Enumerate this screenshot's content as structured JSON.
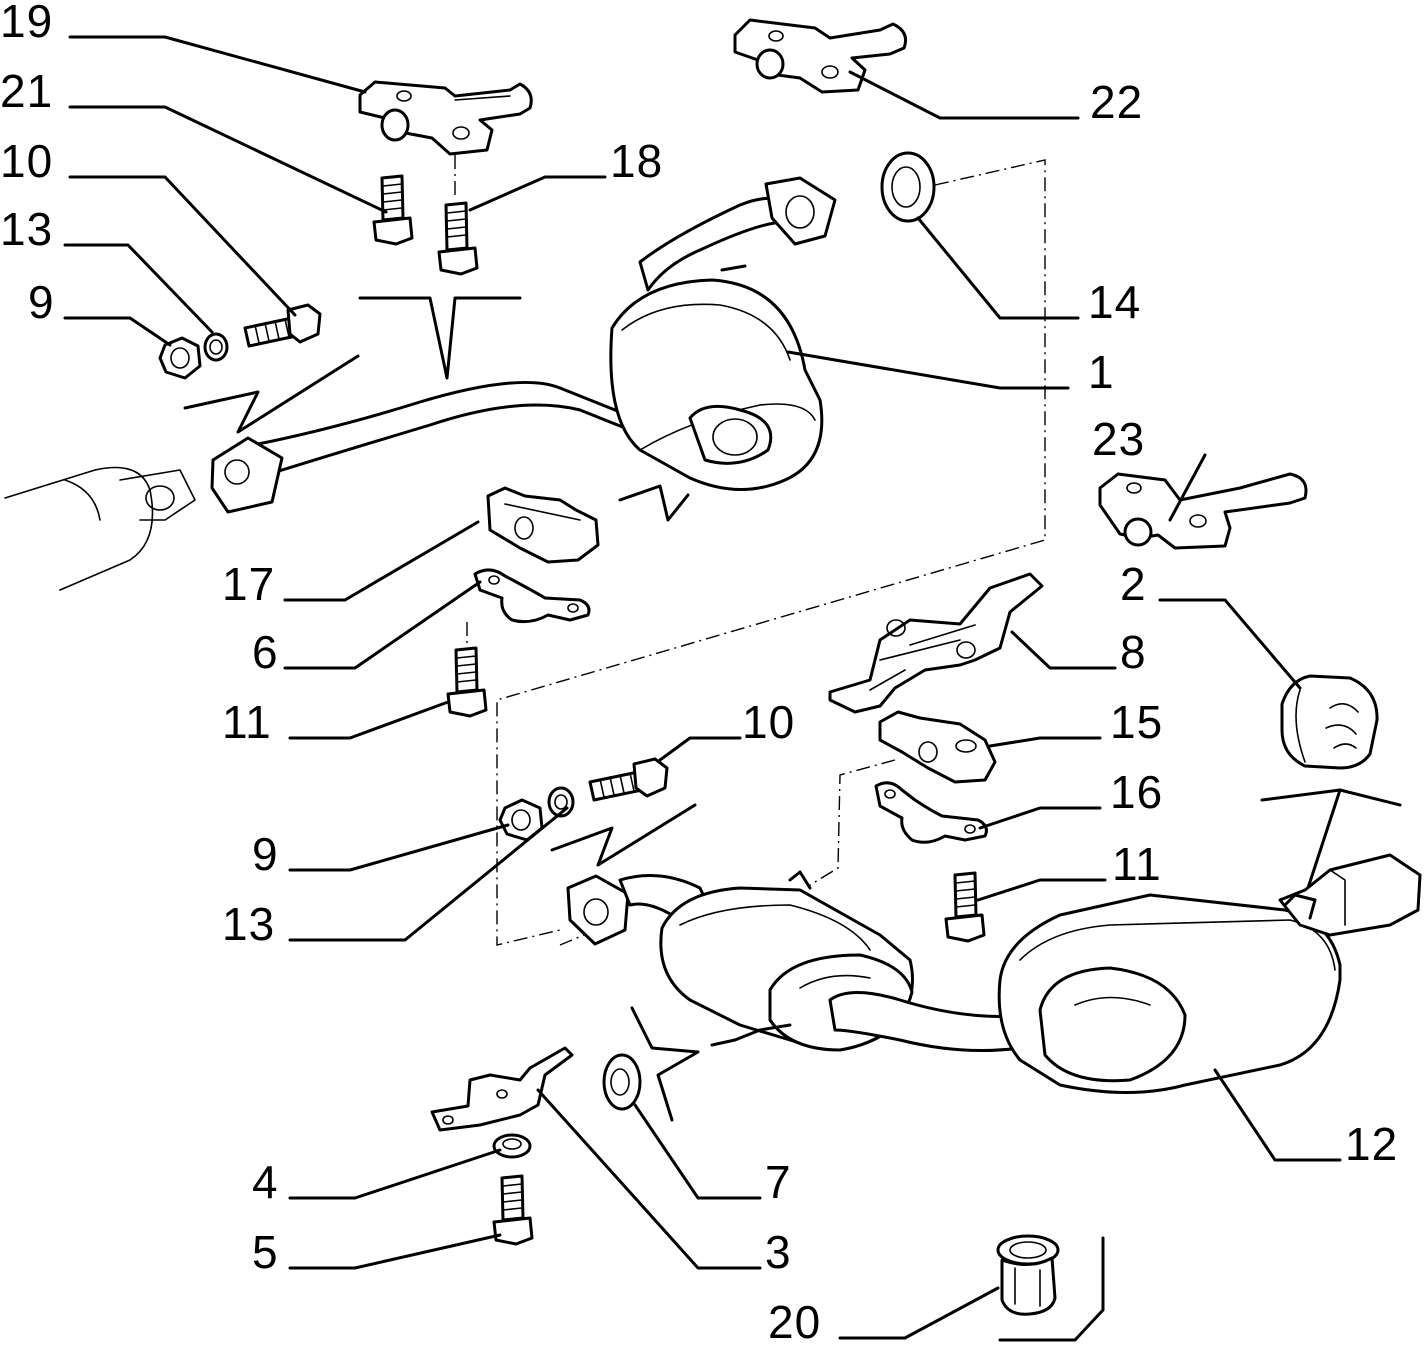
{
  "labels": [
    {
      "id": "l19a",
      "text": "19"
    },
    {
      "id": "l21",
      "text": "21"
    },
    {
      "id": "l10a",
      "text": "10"
    },
    {
      "id": "l13a",
      "text": "13"
    },
    {
      "id": "l9a",
      "text": "9"
    },
    {
      "id": "l18",
      "text": "18"
    },
    {
      "id": "l22",
      "text": "22"
    },
    {
      "id": "l14",
      "text": "14"
    },
    {
      "id": "l1",
      "text": "1"
    },
    {
      "id": "l23",
      "text": "23"
    },
    {
      "id": "l2",
      "text": "2"
    },
    {
      "id": "l17",
      "text": "17"
    },
    {
      "id": "l6",
      "text": "6"
    },
    {
      "id": "l8",
      "text": "8"
    },
    {
      "id": "l11a",
      "text": "11"
    },
    {
      "id": "l10b",
      "text": "10"
    },
    {
      "id": "l15",
      "text": "15"
    },
    {
      "id": "l16",
      "text": "16"
    },
    {
      "id": "l9b",
      "text": "9"
    },
    {
      "id": "l11b",
      "text": "11"
    },
    {
      "id": "l13b",
      "text": "13"
    },
    {
      "id": "l12",
      "text": "12"
    },
    {
      "id": "l7",
      "text": "7"
    },
    {
      "id": "l4",
      "text": "4"
    },
    {
      "id": "l5",
      "text": "5"
    },
    {
      "id": "l3",
      "text": "3"
    },
    {
      "id": "l20",
      "text": "20"
    }
  ]
}
